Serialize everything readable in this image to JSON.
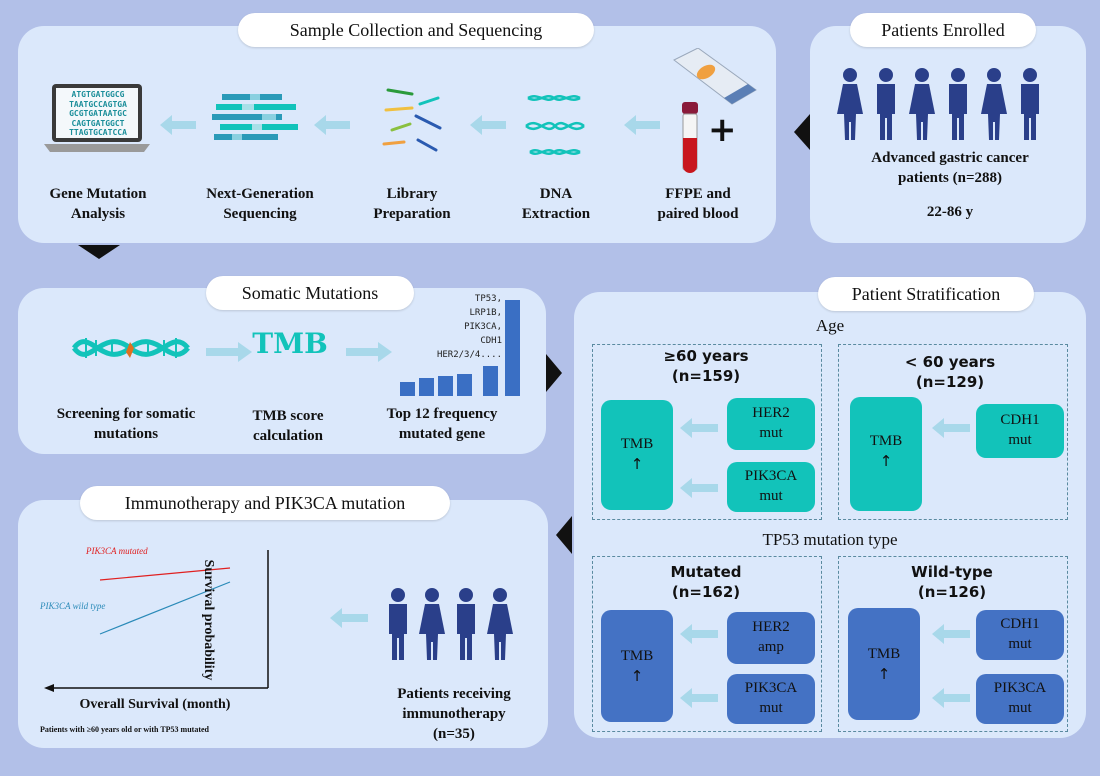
{
  "panels": {
    "enrolled": {
      "title": "Patients Enrolled",
      "desc_line1": "Advanced gastric cancer",
      "desc_line2": "patients (n=288)",
      "age": "22-86 y"
    },
    "collection": {
      "title": "Sample Collection and Sequencing",
      "steps": [
        {
          "line1": "FFPE and",
          "line2": "paired blood"
        },
        {
          "line1": "DNA",
          "line2": "Extraction"
        },
        {
          "line1": "Library",
          "line2": "Preparation"
        },
        {
          "line1": "Next-Generation",
          "line2": "Sequencing"
        },
        {
          "line1": "Gene Mutation",
          "line2": "Analysis"
        }
      ],
      "plus": "+",
      "screen_lines": [
        "ATGTGATGGCG",
        "TAATGCCAGTGA",
        "GCGTGATAATGC",
        "CAGTGATGGCT",
        "TTAGTGCATCCA"
      ]
    },
    "somatic": {
      "title": "Somatic Mutations",
      "steps": [
        {
          "line1": "Screening for somatic",
          "line2": "mutations"
        },
        {
          "line1": "TMB score",
          "line2": "calculation"
        },
        {
          "line1": "Top 12 frequency",
          "line2": "mutated gene"
        }
      ],
      "tmb_label": "TMB",
      "genes": [
        "TP53,",
        "LRP1B,",
        "PIK3CA,",
        "CDH1",
        "HER2/3/4...."
      ]
    },
    "strat": {
      "title": "Patient Stratification",
      "age_label": "Age",
      "lt60": {
        "line1": "< 60 years",
        "line2": "(n=129)",
        "gene": "CDH1",
        "status": "mut",
        "tmb": "TMB",
        "arrow": "↑"
      },
      "ge60": {
        "line1": "≥60 years",
        "line2": "(n=159)",
        "genes": [
          {
            "gene": "HER2",
            "status": "mut"
          },
          {
            "gene": "PIK3CA",
            "status": "mut"
          }
        ],
        "tmb": "TMB",
        "arrow": "↑"
      },
      "tp53_label": "TP53 mutation type",
      "wild": {
        "line1": "Wild-type",
        "line2": "(n=126)",
        "genes": [
          {
            "gene": "CDH1",
            "status": "mut"
          },
          {
            "gene": "PIK3CA",
            "status": "mut"
          }
        ],
        "tmb": "TMB",
        "arrow": "↑"
      },
      "mutated": {
        "line1": "Mutated",
        "line2": "(n=162)",
        "genes": [
          {
            "gene": "HER2",
            "status": "amp"
          },
          {
            "gene": "PIK3CA",
            "status": "mut"
          }
        ],
        "tmb": "TMB",
        "arrow": "↑"
      }
    },
    "immuno": {
      "title": "Immunotherapy and PIK3CA mutation",
      "patients_line1": "Patients receiving",
      "patients_line2": "immunotherapy",
      "patients_line3": "(n=35)",
      "ylabel": "Survival probability",
      "xlabel": "Overall Survival (month)",
      "footnote": "Patients with ≥60 years old or with TP53 mutated",
      "series": [
        {
          "name": "PIK3CA mutated",
          "color": "#e02020"
        },
        {
          "name": "PIK3CA wild type",
          "color": "#2a8ab8"
        }
      ]
    }
  },
  "colors": {
    "background": "#b2c0e8",
    "panel": "#dbe8fb",
    "teal": "#12c3ba",
    "blue": "#4472c4",
    "person": "#2a3f8a",
    "light_arrow": "#a8d8ea"
  }
}
